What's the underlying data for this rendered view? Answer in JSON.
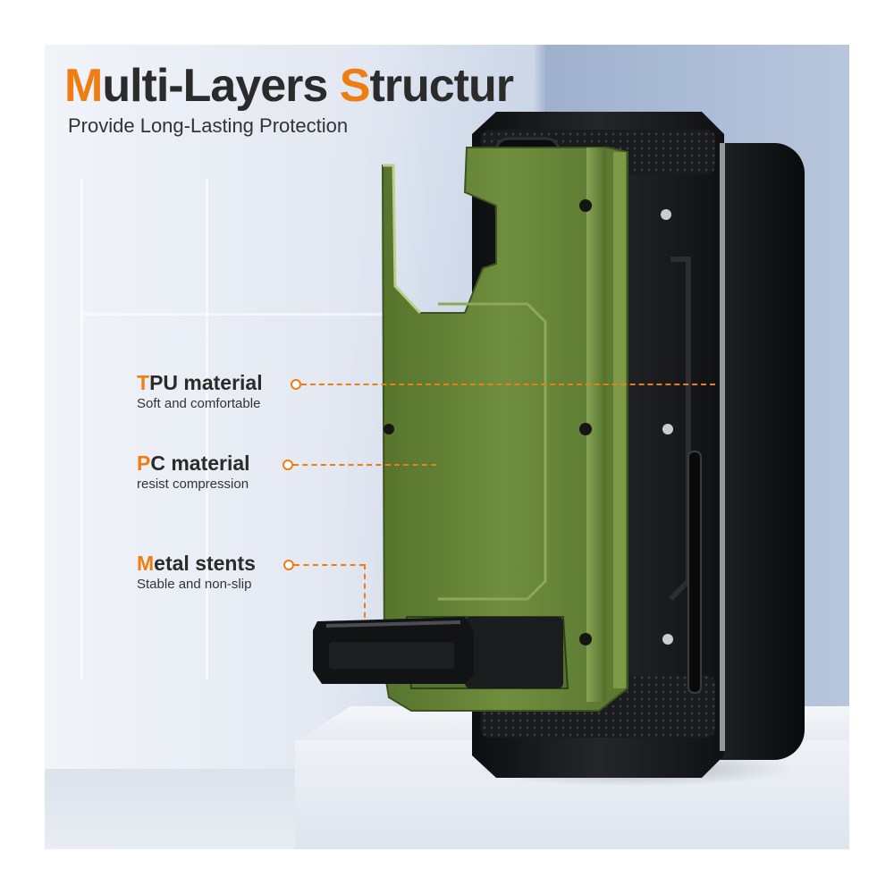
{
  "header": {
    "title_parts": [
      {
        "text": "M",
        "accent": true
      },
      {
        "text": "ulti-Layers ",
        "accent": false
      },
      {
        "text": "S",
        "accent": true
      },
      {
        "text": "tructur",
        "accent": false
      }
    ],
    "subtitle": "Provide Long-Lasting Protection"
  },
  "features": [
    {
      "initial": "T",
      "rest": "PU material",
      "desc": "Soft and comfortable"
    },
    {
      "initial": "P",
      "rest": "C material",
      "desc": "resist compression"
    },
    {
      "initial": "M",
      "rest": "etal stents",
      "desc": "Stable and non-slip"
    }
  ],
  "colors": {
    "accent": "#ee7d12",
    "text": "#2b2b2b",
    "case_green": "#6a8a3a",
    "case_black": "#1b1c1e",
    "background": "#dfe6f1"
  },
  "icons": [
    "phone-case-illustration"
  ]
}
